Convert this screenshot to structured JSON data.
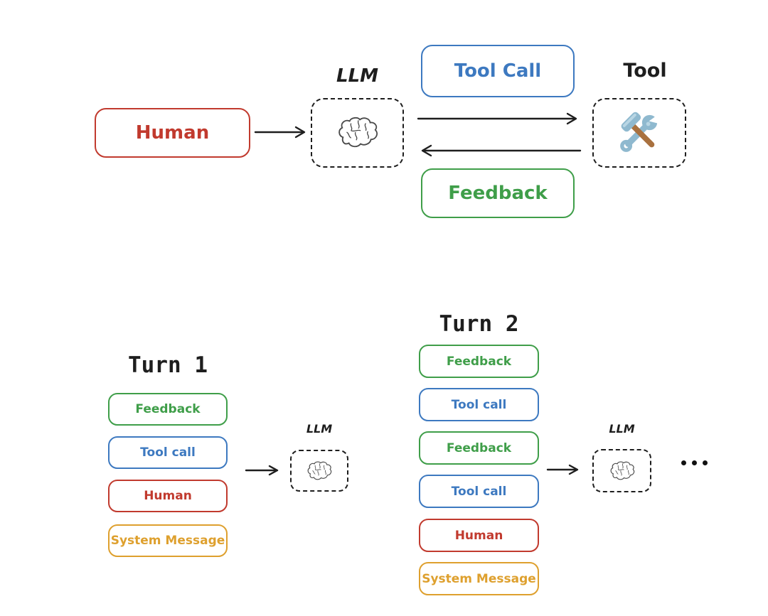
{
  "colors": {
    "red": "#c13a2e",
    "blue": "#3d79c0",
    "green": "#3f9e49",
    "orange": "#dea02e",
    "ink": "#1e1e1e"
  },
  "top_diagram": {
    "human_label": "Human",
    "llm_label": "LLM",
    "llm_icon": "brain-sketch-icon",
    "tool_call_label": "Tool Call",
    "tool_label": "Tool",
    "tool_icon": "hammer-and-wrench-icon",
    "feedback_label": "Feedback"
  },
  "turn1": {
    "title": "Turn 1",
    "messages": [
      {
        "label": "Feedback",
        "color": "green"
      },
      {
        "label": "Tool call",
        "color": "blue"
      },
      {
        "label": "Human",
        "color": "red"
      },
      {
        "label": "System Message",
        "color": "orange"
      }
    ],
    "llm_label": "LLM"
  },
  "turn2": {
    "title": "Turn 2",
    "messages": [
      {
        "label": "Feedback",
        "color": "green"
      },
      {
        "label": "Tool call",
        "color": "blue"
      },
      {
        "label": "Feedback",
        "color": "green"
      },
      {
        "label": "Tool call",
        "color": "blue"
      },
      {
        "label": "Human",
        "color": "red"
      },
      {
        "label": "System Message",
        "color": "orange"
      }
    ],
    "llm_label": "LLM",
    "ellipsis": "..."
  }
}
